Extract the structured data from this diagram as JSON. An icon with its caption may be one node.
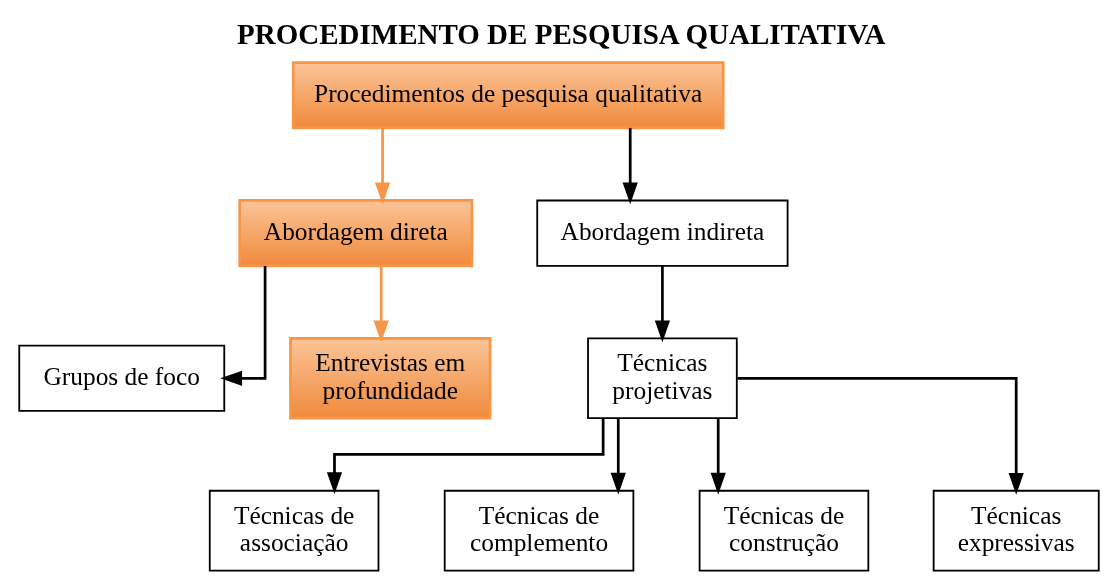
{
  "diagram": {
    "title": "PROCEDIMENTO DE PESQUISA QUALITATIVA",
    "nodes": [
      {
        "text": [
          "Procedimentos de pesquisa qualitativa"
        ]
      },
      {
        "text": [
          "Abordagem direta"
        ]
      },
      {
        "text": [
          "Abordagem indireta"
        ]
      },
      {
        "text": [
          "Grupos de foco"
        ]
      },
      {
        "text": [
          "Entrevistas em profundidade"
        ]
      },
      {
        "text": [
          "Técnicas projetivas"
        ]
      },
      {
        "text": [
          "Técnicas de associação"
        ]
      },
      {
        "text": [
          "Técnicas de complemento"
        ]
      },
      {
        "text": [
          "Técnicas de construção"
        ]
      },
      {
        "text": [
          "Técnicas expressivas"
        ]
      }
    ],
    "edges": [
      {
        "from": 0,
        "to": 1,
        "arrow": "to",
        "color": "#f79646"
      },
      {
        "from": 0,
        "to": 2,
        "arrow": "to"
      },
      {
        "from": 1,
        "to": 3,
        "arrow": "to"
      },
      {
        "from": 1,
        "to": 4,
        "arrow": "to",
        "color": "#f79646"
      },
      {
        "from": 2,
        "to": 5,
        "arrow": "to"
      },
      {
        "from": 5,
        "to": 6,
        "arrow": "to"
      },
      {
        "from": 5,
        "to": 7,
        "arrow": "to"
      },
      {
        "from": 5,
        "to": 8,
        "arrow": "to"
      },
      {
        "from": 5,
        "to": 9,
        "arrow": "to"
      }
    ]
  }
}
